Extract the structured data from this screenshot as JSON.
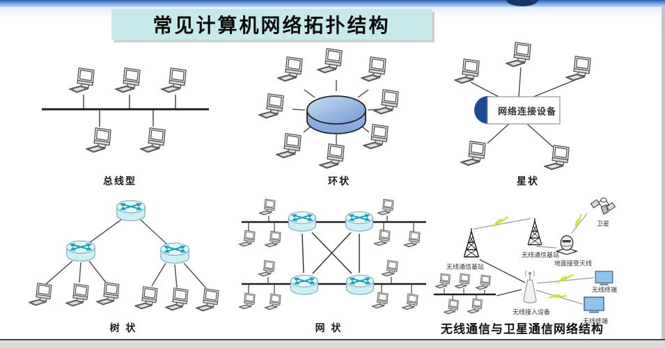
{
  "slide": {
    "title": "常见计算机网络拓扑结构"
  },
  "topologies": {
    "bus": {
      "label": "总线型"
    },
    "ring": {
      "label": "环状"
    },
    "star": {
      "label": "星状",
      "hub_label": "网络连接设备"
    },
    "tree": {
      "label": "树 状"
    },
    "mesh": {
      "label": "网 状"
    },
    "wireless": {
      "label": "无线通信与卫星通信网络结构",
      "base_station_left": "无线通信基站",
      "base_station_right": "无线通信基站",
      "satellite": "卫星",
      "ground_antenna": "地面接受天线",
      "access_device": "无线接入设备",
      "terminal_top": "无线终端",
      "terminal_bottom": "无线终端"
    }
  },
  "icons": {
    "computer": "computer-icon",
    "router": "router-icon",
    "ring_hub": "ring-hub-disc",
    "radio_tower": "radio-tower-icon",
    "satellite": "satellite-icon",
    "ground_antenna": "ground-antenna-icon",
    "access_point": "access-point-cone-icon",
    "terminal": "wireless-terminal-icon",
    "lightning": "lightning-bolt-icon"
  },
  "colors": {
    "top_bar_blue": "#2d5cae",
    "title_bg": "#c7e9ea",
    "hub_navy": "#1c4a9a",
    "ring_disc_blue": "#6f9bd4",
    "router_cyan": "#d9f3f6",
    "router_arrow_teal": "#18a0b8",
    "terminal_blue": "#8ec4ee",
    "bolt_yellow": "#d2dd3e"
  }
}
